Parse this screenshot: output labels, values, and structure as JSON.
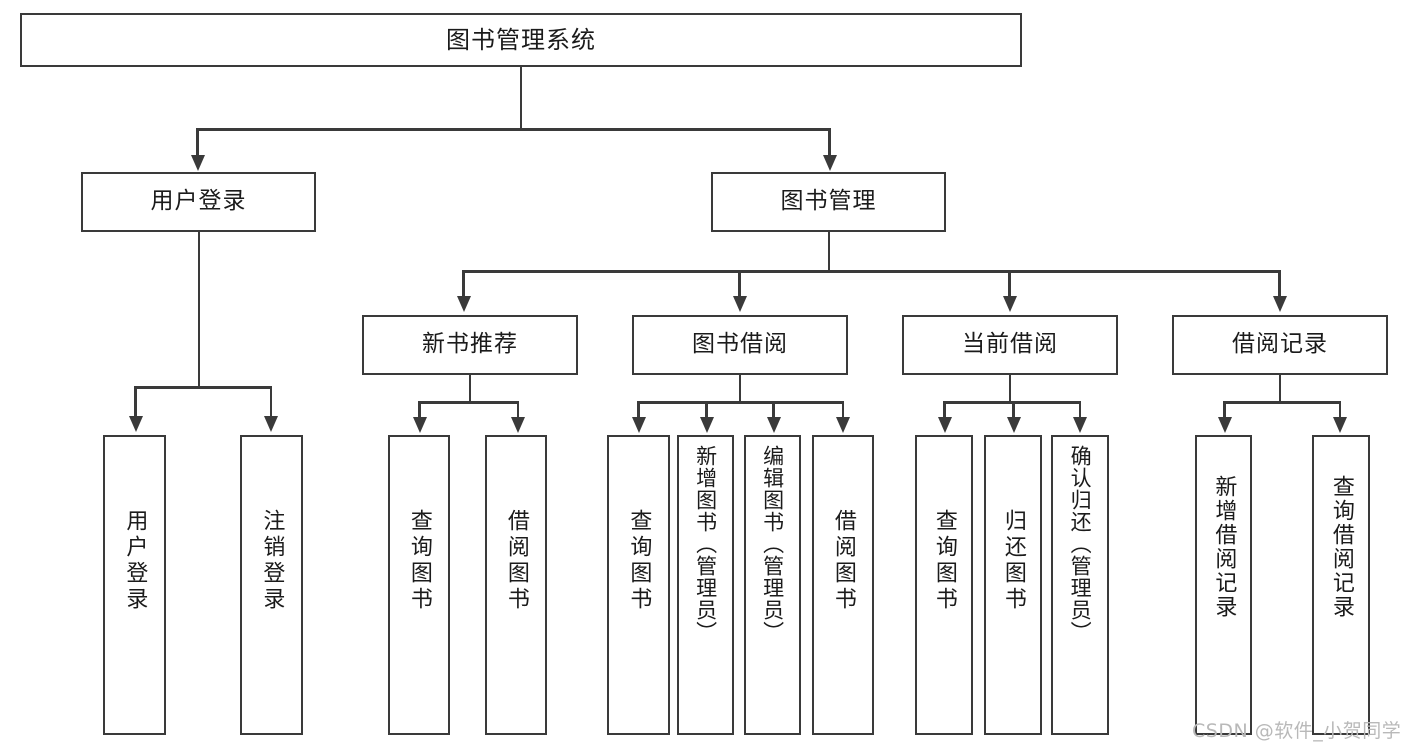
{
  "diagram": {
    "title": "图书管理系统",
    "type": "tree-hierarchy",
    "watermark": "CSDN @软件_小贺同学",
    "colors": {
      "stroke": "#3a3a3a",
      "fill": "#ffffff",
      "text": "#1b1b1b",
      "watermark": "#b9b9b9"
    },
    "levels": {
      "root": {
        "label": "图书管理系统"
      },
      "level2": [
        {
          "label": "用户登录"
        },
        {
          "label": "图书管理"
        }
      ],
      "level3": [
        {
          "label": "新书推荐"
        },
        {
          "label": "图书借阅"
        },
        {
          "label": "当前借阅"
        },
        {
          "label": "借阅记录"
        }
      ],
      "leaves": {
        "user_login": [
          {
            "label": "用户登录"
          },
          {
            "label": "注销登录"
          }
        ],
        "new_book_recommend": [
          {
            "label": "查询图书"
          },
          {
            "label": "借阅图书"
          }
        ],
        "book_borrow": [
          {
            "label": "查询图书"
          },
          {
            "label": "新增图书（管理员）"
          },
          {
            "label": "编辑图书（管理员）"
          },
          {
            "label": "借阅图书"
          }
        ],
        "current_borrow": [
          {
            "label": "查询图书"
          },
          {
            "label": "归还图书"
          },
          {
            "label": "确认归还（管理员）"
          }
        ],
        "borrow_records": [
          {
            "label": "新增借阅记录"
          },
          {
            "label": "查询借阅记录"
          }
        ]
      }
    }
  }
}
